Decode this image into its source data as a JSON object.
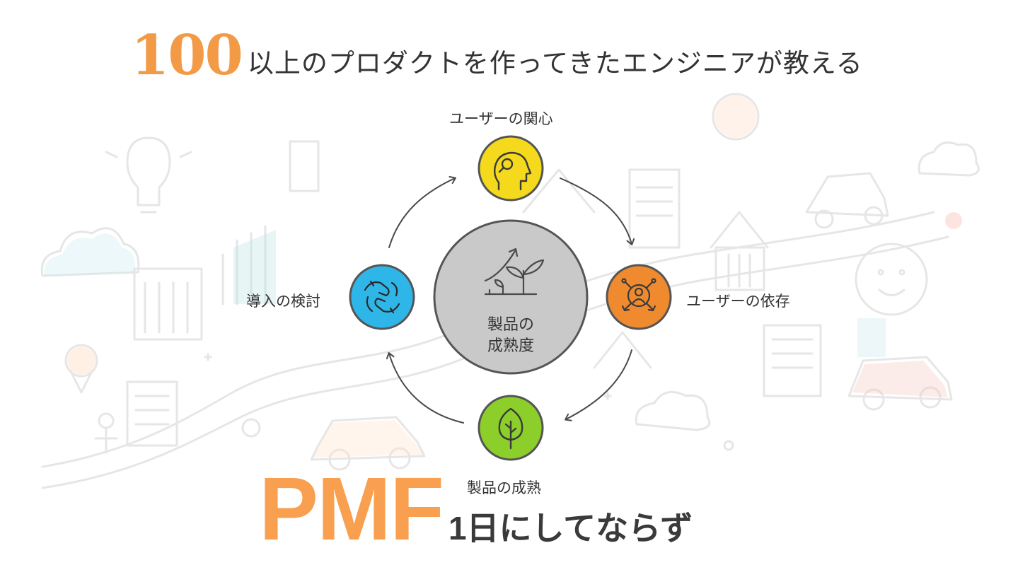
{
  "header": {
    "number": "100",
    "subtitle": "以上のプロダクトを作ってきたエンジニアが教える"
  },
  "diagram": {
    "center_label_line1": "製品の",
    "center_label_line2": "成熟度",
    "nodes": [
      {
        "label": "ユーザーの関心",
        "color": "#f5d91c",
        "icon": "user-search-icon"
      },
      {
        "label": "ユーザーの依存",
        "color": "#f08a2e",
        "icon": "user-network-icon"
      },
      {
        "label": "製品の成熟",
        "color": "#8ccf2a",
        "icon": "tree-icon"
      },
      {
        "label": "導入の検討",
        "color": "#2fb6e8",
        "icon": "handshake-icon"
      }
    ],
    "center_color": "#c9c9c9",
    "center_icon": "growing-plant-icon"
  },
  "footer": {
    "title": "PMF",
    "subtitle": "1日にしてならず"
  },
  "colors": {
    "accent": "#f39a47",
    "text": "#333333"
  }
}
